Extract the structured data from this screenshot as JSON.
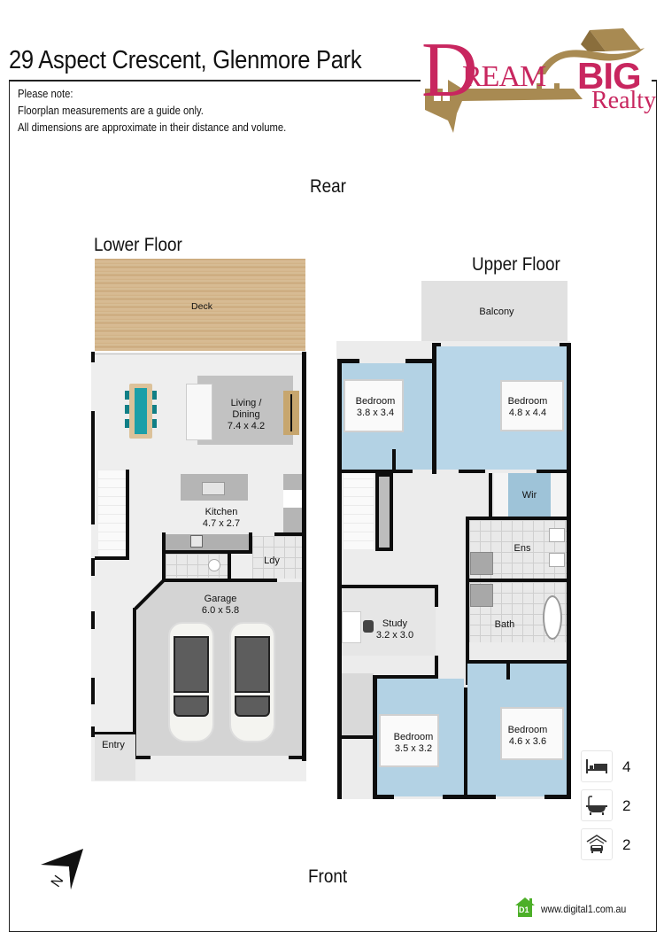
{
  "header": {
    "address": "29 Aspect Crescent, Glenmore Park",
    "note_lines": [
      "Please note:",
      "Floorplan measurements are a guide only.",
      "All dimensions are approximate in their distance and volume."
    ]
  },
  "logo": {
    "d": "D",
    "ream": "REAM",
    "big": "BIG",
    "realty": "Realty",
    "primary_color": "#c8265f",
    "accent_color": "#a88a52"
  },
  "orientation": {
    "rear": "Rear",
    "front": "Front",
    "compass": "N"
  },
  "lower_floor": {
    "title": "Lower Floor",
    "rooms": {
      "deck": {
        "name": "Deck"
      },
      "living": {
        "name_line1": "Living /",
        "name_line2": "Dining",
        "size": "7.4 x 4.2"
      },
      "kitchen": {
        "name": "Kitchen",
        "size": "4.7 x 2.7"
      },
      "laundry": {
        "name": "Ldy"
      },
      "garage": {
        "name": "Garage",
        "size": "6.0 x 5.8"
      },
      "entry": {
        "name": "Entry"
      }
    }
  },
  "upper_floor": {
    "title": "Upper Floor",
    "rooms": {
      "balcony": {
        "name": "Balcony"
      },
      "bedroom_1": {
        "name": "Bedroom",
        "size": "3.8 x 3.4"
      },
      "bedroom_main": {
        "name": "Bedroom",
        "size": "4.8 x 4.4"
      },
      "wir": {
        "name": "Wir"
      },
      "ensuite": {
        "name": "Ens"
      },
      "bath": {
        "name": "Bath"
      },
      "study": {
        "name": "Study",
        "size": "3.2 x 3.0"
      },
      "bedroom_3": {
        "name": "Bedroom",
        "size": "3.5 x 3.2"
      },
      "bedroom_4": {
        "name": "Bedroom",
        "size": "4.6 x 3.6"
      }
    }
  },
  "features": [
    {
      "icon": "bed-icon",
      "count": "4"
    },
    {
      "icon": "bath-icon",
      "count": "2"
    },
    {
      "icon": "garage-car-icon",
      "count": "2"
    }
  ],
  "footer": {
    "badge": "D1",
    "website": "www.digital1.com.au",
    "badge_color": "#4caf28"
  }
}
